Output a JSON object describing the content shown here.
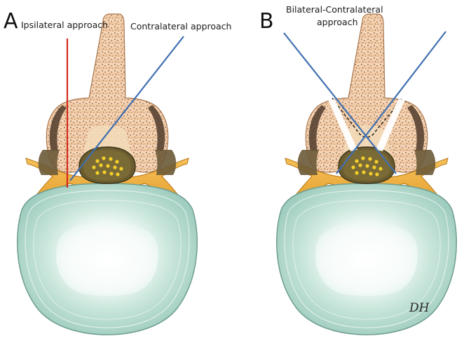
{
  "panels": [
    {
      "letter": "A",
      "labels": [
        "Ipsilateral approach",
        "Contralateral approach"
      ]
    },
    {
      "letter": "B",
      "labels": [
        "Bilateral-Contralateral",
        "approach"
      ]
    }
  ],
  "signature": "DH",
  "colors": {
    "ipsilateral_line": "#d42a1e",
    "contralateral_line": "#3f6fb0",
    "bone": "#f3cda9",
    "disc": "#bfe0d6",
    "nerve": "#eea837",
    "dural_sac": "#6b5d2f"
  }
}
